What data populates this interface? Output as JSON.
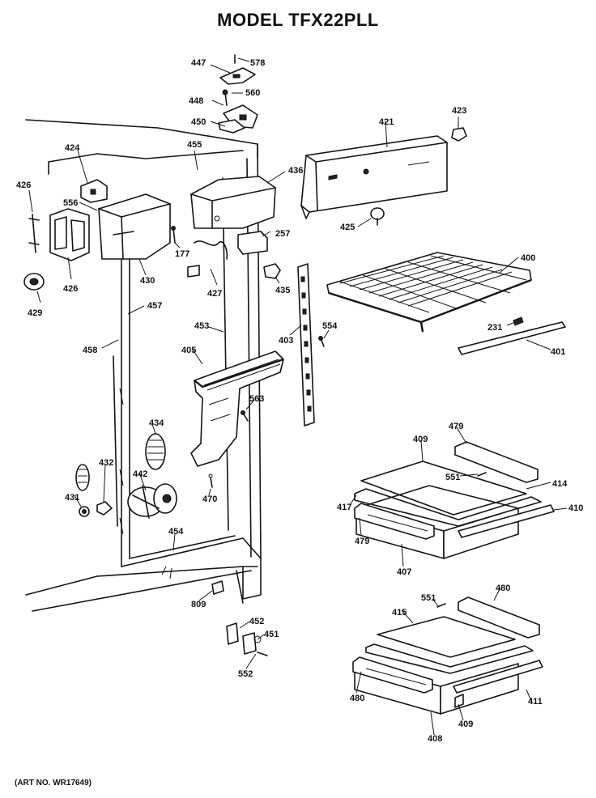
{
  "title": "MODEL TFX22PLL",
  "art_number": "(ART NO. WR17649)",
  "part_labels": {
    "p447": "447",
    "p578": "578",
    "p448": "448",
    "p560": "560",
    "p450": "450",
    "p421": "421",
    "p423": "423",
    "p424": "424",
    "p455": "455",
    "p436": "436",
    "p426a": "426",
    "p556": "556",
    "p177": "177",
    "p257": "257",
    "p425": "425",
    "p426b": "426",
    "p430": "430",
    "p427": "427",
    "p435": "435",
    "p400": "400",
    "p429": "429",
    "p457": "457",
    "p453": "453",
    "p403": "403",
    "p554": "554",
    "p231": "231",
    "p458": "458",
    "p405": "405",
    "p401": "401",
    "p563": "563",
    "p479a": "479",
    "p434": "434",
    "p409a": "409",
    "p432": "432",
    "p442": "442",
    "p551a": "551",
    "p414": "414",
    "p431": "431",
    "p470": "470",
    "p417": "417",
    "p410": "410",
    "p479b": "479",
    "p454": "454",
    "p407": "407",
    "p809": "809",
    "p551b": "551",
    "p480a": "480",
    "p452": "452",
    "p415": "415",
    "p451": "451",
    "p552": "552",
    "p480b": "480",
    "p411": "411",
    "p409b": "409",
    "p408": "408"
  }
}
